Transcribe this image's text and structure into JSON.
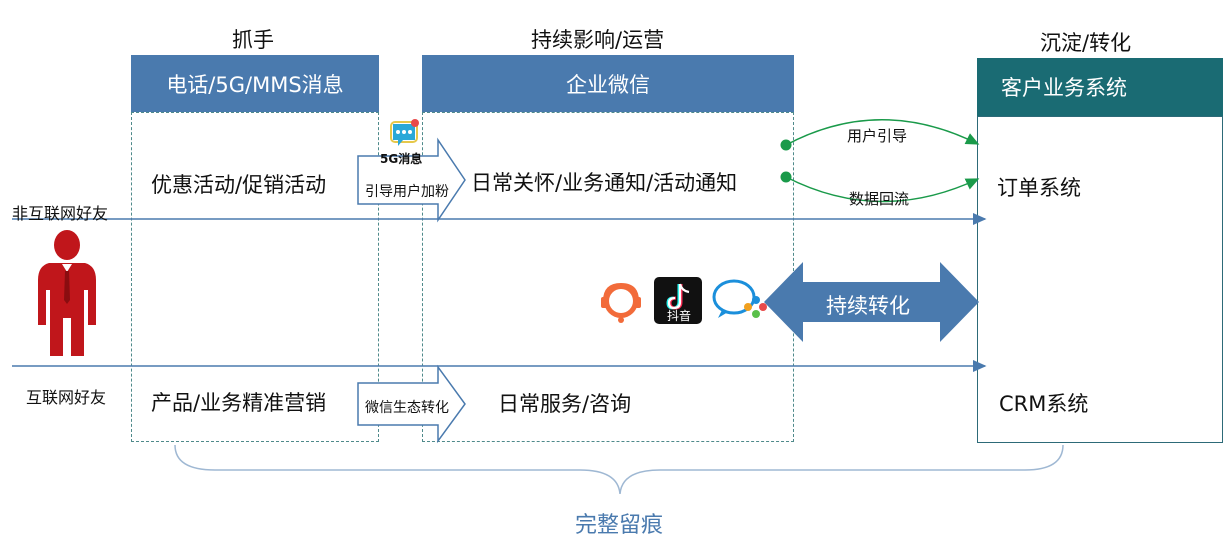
{
  "sections": {
    "grab_title": "抓手",
    "operate_title": "持续影响/运营",
    "convert_title": "沉淀/转化"
  },
  "headers": {
    "grab": "电话/5G/MMS消息",
    "operate": "企业微信",
    "convert": "客户业务系统"
  },
  "rows": {
    "row1_grab": "优惠活动/促销活动",
    "row1_arrow_label": "引导用户加粉",
    "row1_operate": "日常关怀/业务通知/活动通知",
    "row1_convert": "订单系统",
    "row2_grab": "产品/业务精准营销",
    "row2_arrow_label": "微信生态转化",
    "row2_operate": "日常服务/咨询",
    "row2_convert": "CRM系统"
  },
  "flows": {
    "user_guide": "用户引导",
    "data_return": "数据回流",
    "continuous_conversion": "持续转化"
  },
  "audience": {
    "non_internet": "非互联网好友",
    "internet": "互联网好友"
  },
  "icons": {
    "msg5g_label": "5G消息",
    "douyin_label": "抖音"
  },
  "footer": "完整留痕",
  "colors": {
    "header_blue": "#4a7aae",
    "header_teal": "#1a6b73",
    "arrow_blue": "#4a7aae",
    "green": "#1a9a4a",
    "person_red": "#c0161b"
  }
}
